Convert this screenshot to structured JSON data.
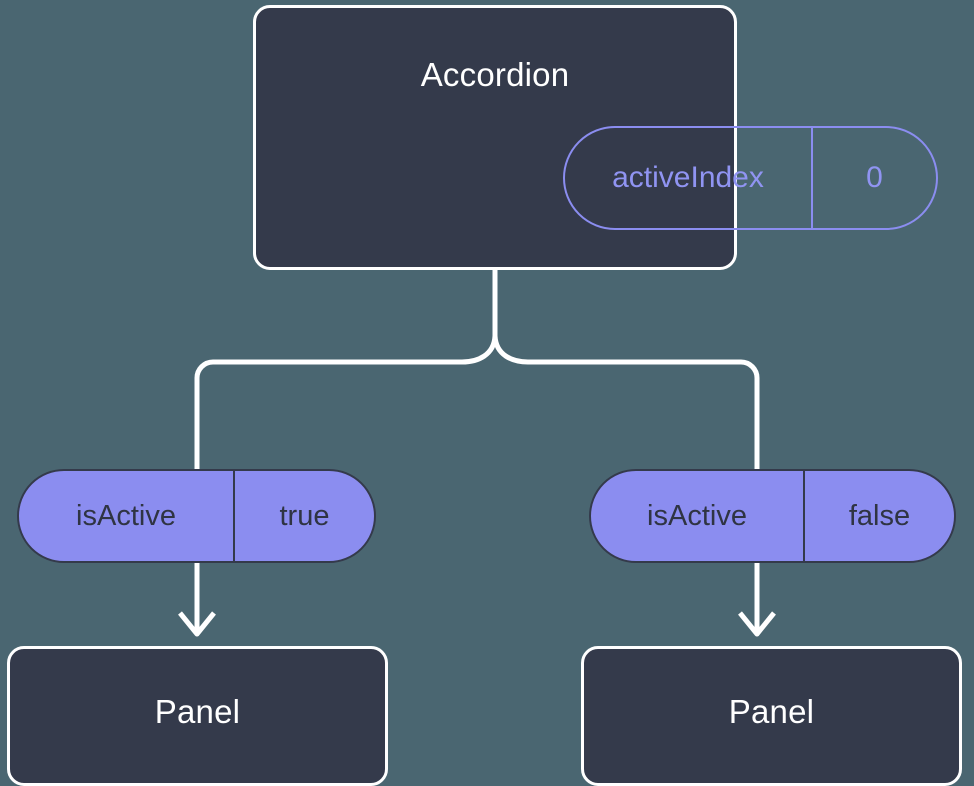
{
  "diagram": {
    "type": "component-state-tree",
    "background_color": "#4a6671",
    "node_fill": "#343a4b",
    "node_stroke": "#ffffff",
    "accent_color": "#8b8df0",
    "root": {
      "title": "Accordion",
      "state_badge": {
        "key": "activeIndex",
        "value": "0",
        "style": "outlined"
      }
    },
    "branches": [
      {
        "prop_badge": {
          "key": "isActive",
          "value": "true",
          "style": "filled"
        },
        "child": {
          "title": "Panel"
        }
      },
      {
        "prop_badge": {
          "key": "isActive",
          "value": "false",
          "style": "filled"
        },
        "child": {
          "title": "Panel"
        }
      }
    ],
    "connectors": {
      "root_fork": "split-down-to-two-branches",
      "branch_arrows": "down-arrow"
    }
  }
}
